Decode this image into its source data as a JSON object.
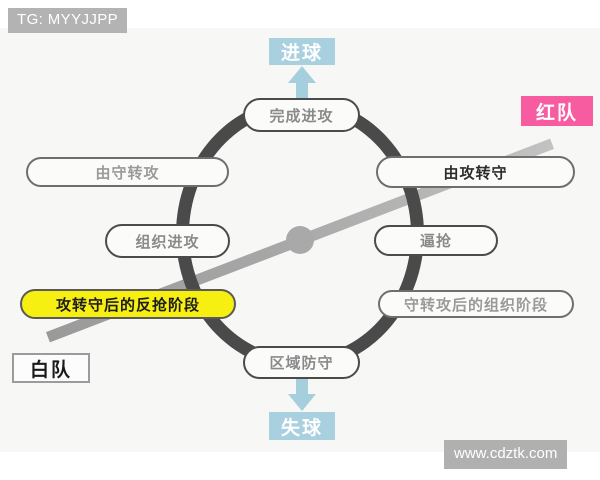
{
  "watermarks": {
    "telegram": "TG: MYYJJPP",
    "site": "www.cdztk.com"
  },
  "diagram": {
    "title_outcomes": {
      "goal": "进球",
      "concede": "失球"
    },
    "cycle_nodes": [
      {
        "id": "complete-attack",
        "label": "完成进攻",
        "position": "top"
      },
      {
        "id": "att-to-def",
        "label": "由攻转守",
        "position": "upper-right"
      },
      {
        "id": "press",
        "label": "逼抢",
        "position": "right"
      },
      {
        "id": "org-phase",
        "label": "守转攻后的组织阶段",
        "position": "lower-right"
      },
      {
        "id": "zone-defense",
        "label": "区域防守",
        "position": "bottom"
      },
      {
        "id": "counterpress",
        "label": "攻转守后的反抢阶段",
        "position": "lower-left",
        "highlight": "yellow"
      },
      {
        "id": "organize-attack",
        "label": "组织进攻",
        "position": "left"
      },
      {
        "id": "def-to-att",
        "label": "由守转攻",
        "position": "upper-left"
      }
    ],
    "teams": [
      {
        "id": "red",
        "label": "红队"
      },
      {
        "id": "white",
        "label": "白队"
      }
    ]
  },
  "colors": {
    "ring": "#4a4a4a",
    "outcome_box": "#a9d0df",
    "arrow": "#a5cfdc",
    "highlight_yellow": "#f7ee12",
    "team_red": "#f75ba0",
    "divider_gray": "#a7a7a7",
    "watermark_gray": "#b3b3b3"
  }
}
